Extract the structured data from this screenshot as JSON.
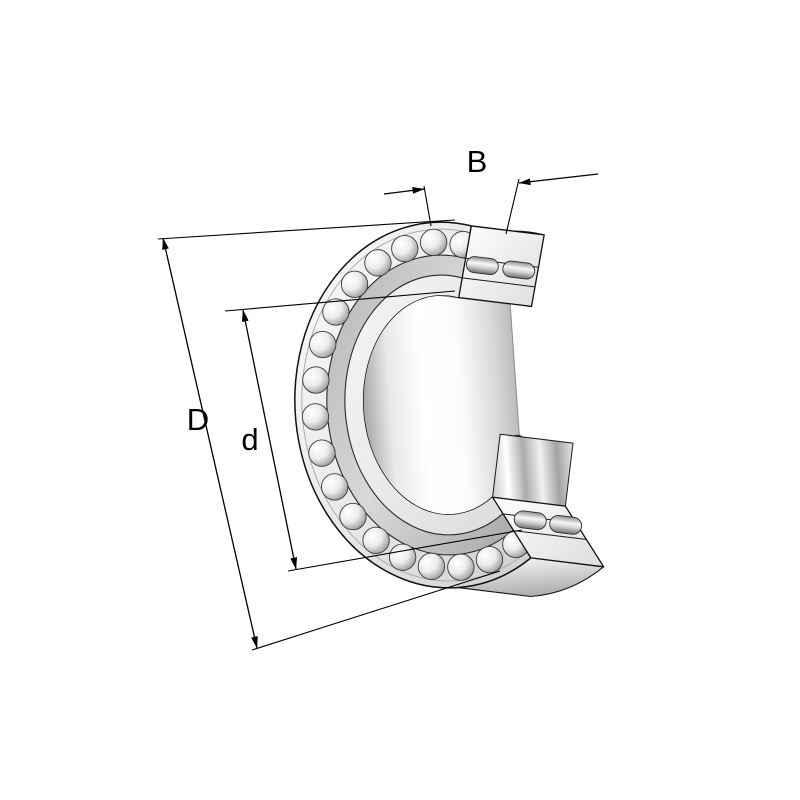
{
  "diagram": {
    "type": "technical-drawing",
    "subject": "spherical-roller-bearing-cutaway",
    "dimensions": {
      "outer_diameter_label": "D",
      "bore_diameter_label": "d",
      "width_label": "B"
    },
    "colors": {
      "background": "#ffffff",
      "line_color": "#000000",
      "metal_light": "#fafafa",
      "metal_mid": "#cccccc",
      "metal_dark": "#888888"
    }
  }
}
